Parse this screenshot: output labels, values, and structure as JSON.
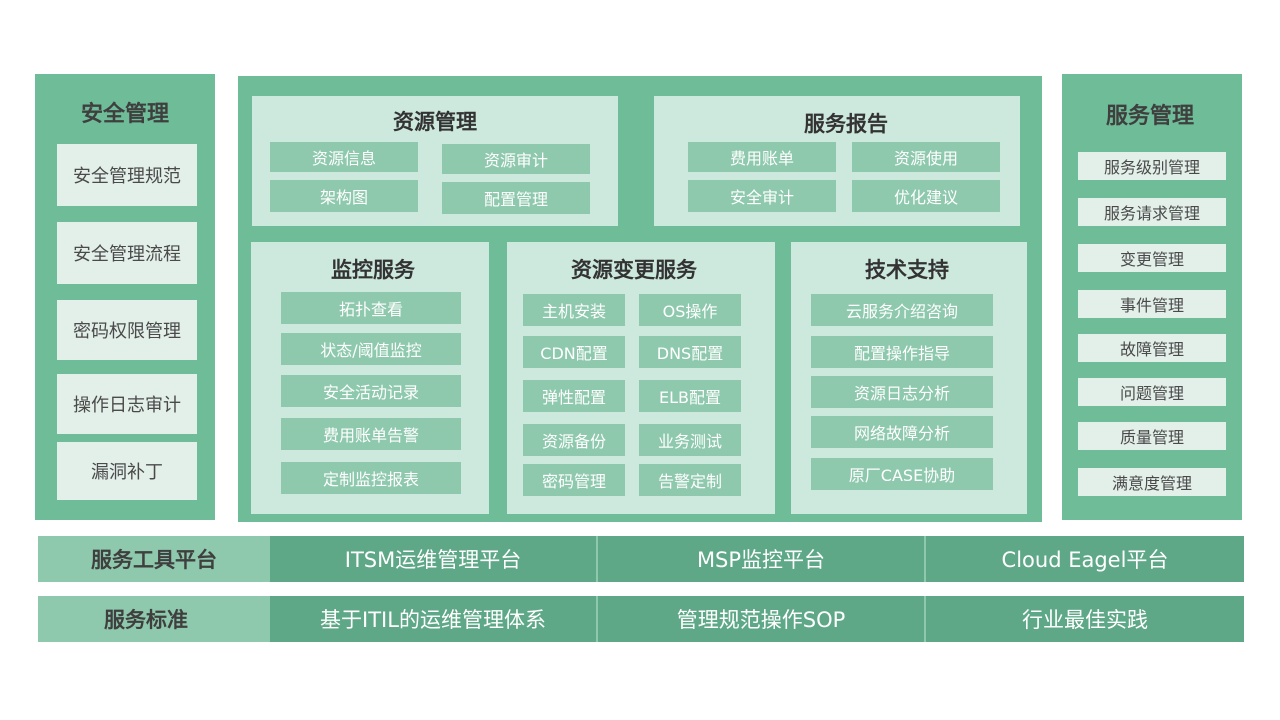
{
  "security": {
    "title": "安全管理",
    "items": [
      "安全管理规范",
      "安全管理流程",
      "密码权限管理",
      "操作日志审计",
      "漏洞补丁"
    ]
  },
  "service_mgmt": {
    "title": "服务管理",
    "items": [
      "服务级别管理",
      "服务请求管理",
      "变更管理",
      "事件管理",
      "故障管理",
      "问题管理",
      "质量管理",
      "满意度管理"
    ]
  },
  "resource_mgmt": {
    "title": "资源管理",
    "items": [
      "资源信息",
      "资源审计",
      "架构图",
      "配置管理"
    ]
  },
  "service_report": {
    "title": "服务报告",
    "items": [
      "费用账单",
      "资源使用",
      "安全审计",
      "优化建议"
    ]
  },
  "monitoring": {
    "title": "监控服务",
    "items": [
      "拓扑查看",
      "状态/阈值监控",
      "安全活动记录",
      "费用账单告警",
      "定制监控报表"
    ]
  },
  "resource_change": {
    "title": "资源变更服务",
    "items": [
      "主机安装",
      "OS操作",
      "CDN配置",
      "DNS配置",
      "弹性配置",
      "ELB配置",
      "资源备份",
      "业务测试",
      "密码管理",
      "告警定制"
    ]
  },
  "tech_support": {
    "title": "技术支持",
    "items": [
      "云服务介绍咨询",
      "配置操作指导",
      "资源日志分析",
      "网络故障分析",
      "原厂CASE协助"
    ]
  },
  "tool_platform": {
    "title": "服务工具平台",
    "items": [
      "ITSM运维管理平台",
      "MSP监控平台",
      "Cloud Eagel平台"
    ]
  },
  "service_standard": {
    "title": "服务标准",
    "items": [
      "基于ITIL的运维管理体系",
      "管理规范操作SOP",
      "行业最佳实践"
    ]
  }
}
